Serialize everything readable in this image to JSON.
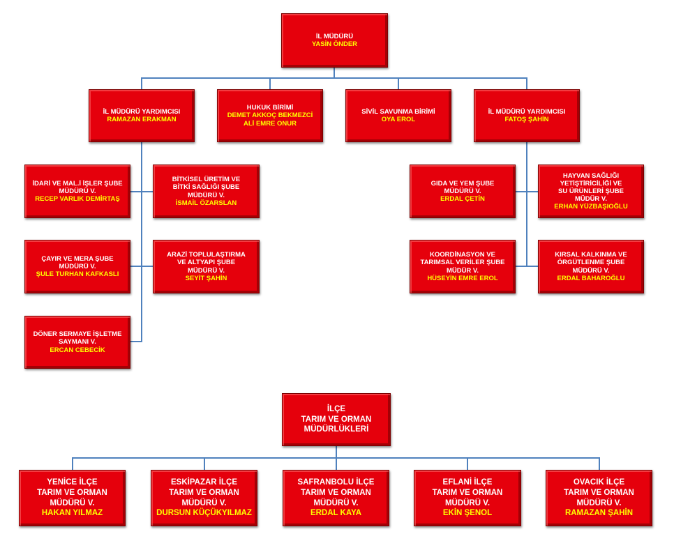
{
  "colors": {
    "box_fill": "#e5000c",
    "box_border": "#7c0000",
    "title_text": "#ffffff",
    "name_text": "#ffff00",
    "connector": "#4f81bd"
  },
  "provincial": {
    "director": {
      "title": [
        "İL MÜDÜRÜ"
      ],
      "names": [
        "YASİN ÖNDER"
      ]
    },
    "units": [
      {
        "title": [
          "İL MÜDÜRÜ YARDIMCISI"
        ],
        "names": [
          "RAMAZAN ERAKMAN"
        ]
      },
      {
        "title": [
          "HUKUK BİRİMİ"
        ],
        "names": [
          "DEMET AKKOÇ BEKMEZCİ",
          "ALİ EMRE ONUR"
        ]
      },
      {
        "title": [
          "SİVİL SAVUNMA BİRİMİ"
        ],
        "names": [
          "OYA EROL"
        ]
      },
      {
        "title": [
          "İL MÜDÜRÜ YARDIMCISI"
        ],
        "names": [
          "FATOŞ ŞAHİN"
        ]
      }
    ],
    "left_branches": [
      {
        "title": [
          "İDARİ VE MAL.İ İŞLER ŞUBE",
          "MÜDÜRÜ V."
        ],
        "names": [
          "RECEP VARLIK DEMİRTAŞ"
        ]
      },
      {
        "title": [
          "BİTKİSEL ÜRETİM VE",
          "BİTKİ SAĞLIĞI ŞUBE",
          "MÜDÜRÜ V."
        ],
        "names": [
          "İSMAİL ÖZARSLAN"
        ]
      },
      {
        "title": [
          "ÇAYIR VE MERA ŞUBE",
          "MÜDÜRÜ V."
        ],
        "names": [
          "ŞULE TURHAN KAFKASLI"
        ]
      },
      {
        "title": [
          "ARAZİ TOPLULAŞTIRMA",
          "VE ALTYAPI ŞUBE",
          "MÜDÜRÜ V."
        ],
        "names": [
          "SEYİT ŞAHİN"
        ]
      },
      {
        "title": [
          "DÖNER SERMAYE İŞLETME",
          "SAYMANI V."
        ],
        "names": [
          "ERCAN CEBECİK"
        ]
      }
    ],
    "right_branches": [
      {
        "title": [
          "GIDA VE YEM ŞUBE",
          "MÜDÜRÜ V."
        ],
        "names": [
          "ERDAL ÇETİN"
        ]
      },
      {
        "title": [
          "HAYVAN SAĞLIĞI",
          "YETİŞTİRİCİLİĞİ VE",
          "SU ÜRÜNLERİ ŞUBE",
          "MÜDÜR V."
        ],
        "names": [
          "ERHAN YÜZBAŞIOĞLU"
        ]
      },
      {
        "title": [
          "KOORDİNASYON VE",
          "TARIMSAL VERİLER ŞUBE",
          "MÜDÜR V."
        ],
        "names": [
          "HÜSEYİN EMRE EROL"
        ]
      },
      {
        "title": [
          "KIRSAL KALKINMA VE",
          "ÖRGÜTLENME ŞUBE",
          "MÜDÜRÜ V."
        ],
        "names": [
          "ERDAL BAHAROĞLU"
        ]
      }
    ]
  },
  "district": {
    "header": {
      "title": [
        "İLÇE",
        "TARIM VE ORMAN",
        "MÜDÜRLÜKLERİ"
      ],
      "names": []
    },
    "directors": [
      {
        "title": [
          "YENİCE İLÇE",
          "TARIM VE ORMAN",
          "MÜDÜRÜ V."
        ],
        "names": [
          "HAKAN YILMAZ"
        ]
      },
      {
        "title": [
          "ESKİPAZAR İLÇE",
          "TARIM VE ORMAN",
          "MÜDÜRÜ V."
        ],
        "names": [
          "DURSUN KÜÇÜKYILMAZ"
        ]
      },
      {
        "title": [
          "SAFRANBOLU İLÇE",
          "TARIM VE ORMAN",
          "MÜDÜRÜ V."
        ],
        "names": [
          "ERDAL KAYA"
        ]
      },
      {
        "title": [
          "EFLANİ İLÇE",
          "TARIM VE ORMAN",
          "MÜDÜRÜ V."
        ],
        "names": [
          "EKİN ŞENOL"
        ]
      },
      {
        "title": [
          "OVACIK İLÇE",
          "TARIM VE ORMAN",
          "MÜDÜRÜ V."
        ],
        "names": [
          "RAMAZAN ŞAHİN"
        ]
      }
    ]
  }
}
